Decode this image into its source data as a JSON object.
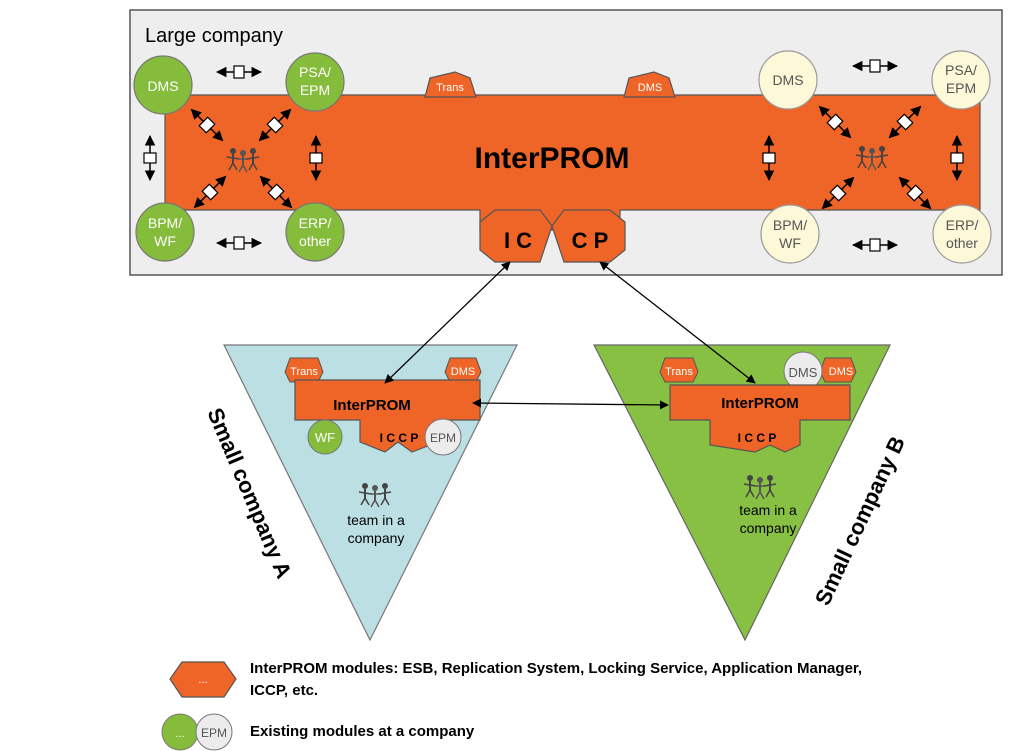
{
  "large_company": {
    "title": "Large company",
    "hub_label": "InterPROM",
    "top_modules": [
      "Trans",
      "DMS"
    ],
    "bottom_modules": [
      "I C",
      "C P"
    ],
    "left_nodes": {
      "top_left": "DMS",
      "top_right": [
        "PSA/",
        "EPM"
      ],
      "bottom_left": [
        "BPM/",
        "WF"
      ],
      "bottom_right": [
        "ERP/",
        "other"
      ]
    },
    "right_nodes": {
      "top_left": "DMS",
      "top_right": [
        "PSA/",
        "EPM"
      ],
      "bottom_left": [
        "BPM/",
        "WF"
      ],
      "bottom_right": [
        "ERP/",
        "other"
      ]
    }
  },
  "company_a": {
    "title": "Small company A",
    "hub_label": "InterPROM",
    "top_modules": [
      "Trans",
      "DMS"
    ],
    "bottom_label": "I C C P",
    "nodes": [
      "WF",
      "EPM"
    ],
    "team_label": [
      "team in a",
      "company"
    ]
  },
  "company_b": {
    "title": "Small company B",
    "hub_label": "InterPROM",
    "top_modules": [
      "Trans",
      "DMS"
    ],
    "bottom_label": "I C C P",
    "nodes": [
      "DMS"
    ],
    "team_label": [
      "team in a",
      "company"
    ]
  },
  "legend": {
    "module_symbol": "...",
    "module_text_1": "InterPROM modules: ESB, Replication System, Locking Service, Application Manager,",
    "module_text_2": "ICCP, etc.",
    "existing_symbol": "...",
    "existing_symbol_2": "EPM",
    "existing_text": "Existing modules at a company"
  },
  "colors": {
    "hub_orange": "#ee6527",
    "green_module": "#86bc3c",
    "cream_module": "#fdf8d8",
    "grey_module": "#ececec",
    "company_a_fill": "#bcdfe3",
    "company_b_fill": "#88c043",
    "large_company_bg": "#eeeeee"
  }
}
